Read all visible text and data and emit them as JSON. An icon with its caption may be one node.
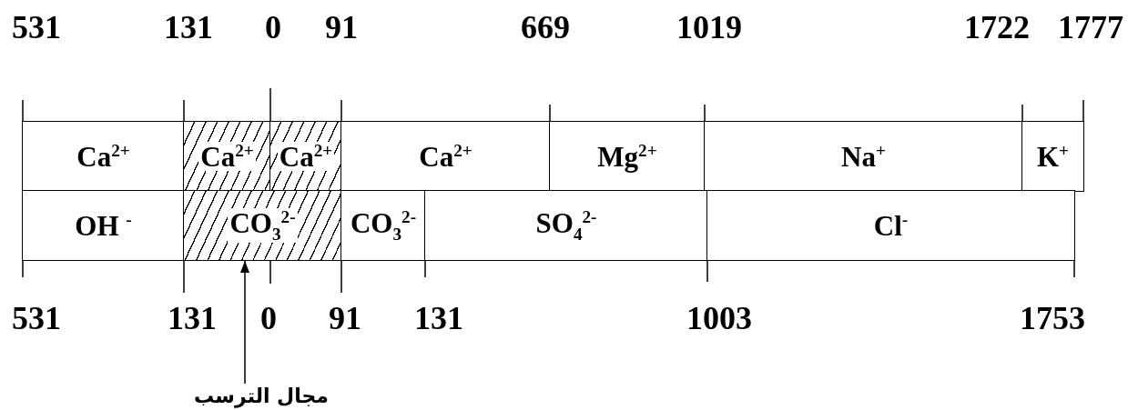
{
  "diagram": {
    "nodes": [
      {
        "text": [
          "Ca$^{2+}$"
        ]
      },
      {
        "text": [
          "Ca$^{2+}$"
        ]
      },
      {
        "text": [
          "Ca$^{2+}$"
        ]
      },
      {
        "text": [
          "Ca$^{2+}$"
        ]
      },
      {
        "text": [
          "Mg$^{2+}$"
        ]
      },
      {
        "text": [
          "Na$^{+}$"
        ]
      },
      {
        "text": [
          "K$^{+}$"
        ]
      },
      {
        "text": [
          "OH $^{-}$"
        ]
      },
      {
        "text": [
          "CO$_{3}$$^{2-}$"
        ]
      },
      {
        "text": [
          "CO$_{3}$$^{2-}$"
        ]
      },
      {
        "text": [
          "SO$_{4}$$^{2-}$"
        ]
      },
      {
        "text": [
          "Cl$^{-}$"
        ]
      },
      {
        "text": [
          "مجال الترسب"
        ]
      }
    ],
    "edges": [
      {
        "from": 12,
        "to": 8,
        "arrow": "to"
      }
    ],
    "labels": [
      "531",
      "131",
      "0",
      "91",
      "669",
      "1019",
      "1722",
      "1777",
      "531",
      "131",
      "0",
      "91",
      "131",
      "1003",
      "1753"
    ]
  }
}
